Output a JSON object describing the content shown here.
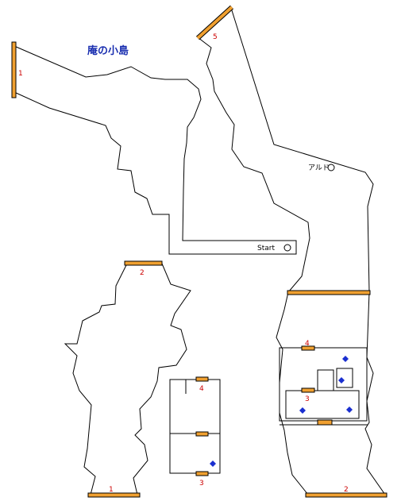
{
  "colors": {
    "background": "#ffffff",
    "wall": "#000000",
    "door": "#f0a030",
    "door_outline": "#000000",
    "number": "#cc0000",
    "title": "#1a2fb0",
    "chest": "#1a2fd0"
  },
  "map": {
    "title": "庵の小島",
    "start_label": "Start",
    "npc_label": "アルド",
    "door_labels": {
      "d1_left": "1",
      "d5": "5",
      "d2_top": "2",
      "d4_mid": "4",
      "d3_mid": "3",
      "d1_bottom": "1",
      "d4_right": "4",
      "d3_right": "3",
      "d2_bottom": "2"
    }
  }
}
